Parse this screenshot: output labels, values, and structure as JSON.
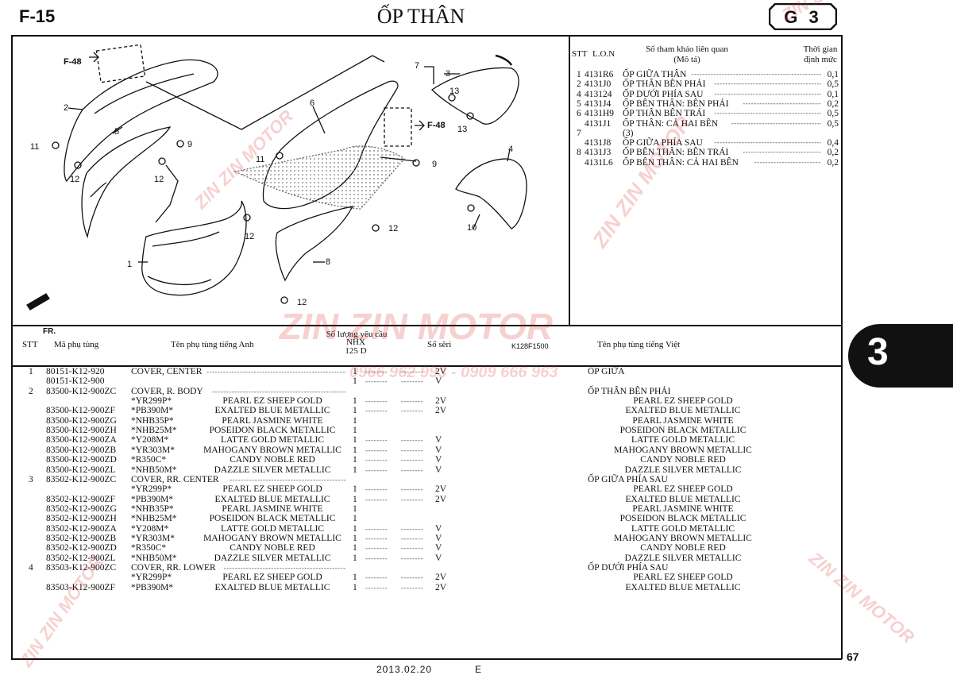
{
  "header": {
    "page_code": "F-15",
    "title": "ỐP THÂN",
    "group": "G 3"
  },
  "side_tab": "3",
  "page_number": "67",
  "footer": {
    "date": "2013.02.20",
    "code": "E"
  },
  "diagram": {
    "drawing_code": "K128F1500",
    "front_label": "FR.",
    "f48_ref": "F-48",
    "callouts": [
      "1",
      "2",
      "3",
      "4",
      "5",
      "6",
      "7",
      "8",
      "9",
      "10",
      "11",
      "12",
      "13"
    ]
  },
  "ref_table": {
    "headers": {
      "stt": "STT",
      "lon": "L.O.N",
      "ref": "Số tham khảo liên quan",
      "ref_sub": "(Mô tả)",
      "time": "Thời gian",
      "time_sub": "định mức"
    },
    "rows": [
      {
        "stt": "1",
        "lon": "4131R6",
        "desc": "ỐP GIỮA THÂN",
        "time": "0,1"
      },
      {
        "stt": "2",
        "lon": "4131J0",
        "desc": "ỐP THÂN BÊN PHẢI",
        "time": "0,5"
      },
      {
        "stt": "4",
        "lon": "413124",
        "desc": "ỐP DƯỚI PHÍA SAU",
        "time": "0,1"
      },
      {
        "stt": "5",
        "lon": "4131J4",
        "desc": "ỐP BÊN THÂN: BÊN PHẢI",
        "time": "0,2"
      },
      {
        "stt": "6",
        "lon": "4131H9",
        "desc": "ỐP THÂN BÊN TRÁI",
        "time": "0,5"
      },
      {
        "stt": "",
        "lon": "4131J1",
        "desc": "ỐP THÂN: CẢ HAI BÊN",
        "time": "0,5"
      },
      {
        "stt": "7",
        "lon": "",
        "desc": "(3)",
        "time": ""
      },
      {
        "stt": "",
        "lon": "4131J8",
        "desc": "ỐP GIỮA PHÍA SAU",
        "time": "0,4"
      },
      {
        "stt": "8",
        "lon": "4131J3",
        "desc": "ỐP BÊN THÂN: BÊN TRÁI",
        "time": "0,2"
      },
      {
        "stt": "",
        "lon": "4131L6",
        "desc": "ỐP BÊN THÂN: CẢ HAI BÊN",
        "time": "0,2"
      }
    ]
  },
  "parts_table": {
    "headers": {
      "stt": "STT",
      "code": "Mã phụ tùng",
      "eng": "Tên phụ tùng tiếng Anh",
      "qty": "Số lượng yêu cầu",
      "model": "NHX 125 D",
      "serial": "Số sêri",
      "vn": "Tên phụ tùng tiếng Việt"
    },
    "rows": [
      {
        "stt": "1",
        "code": "80151-K12-920",
        "eng": "COVER, CENTER",
        "lead": true,
        "qty": "1",
        "sn": "2V",
        "vn": "ỐP GIỮA",
        "sub": false
      },
      {
        "stt": "",
        "code": "80151-K12-900",
        "eng": "",
        "lead": false,
        "qty": "1",
        "sn": "V",
        "vn": "",
        "sub": false
      },
      {
        "stt": "2",
        "code": "83500-K12-900ZC",
        "eng": "COVER, R. BODY",
        "lead": true,
        "qty": "",
        "sn": "",
        "vn": "ỐP THÂN BÊN PHẢI",
        "sub": false
      },
      {
        "stt": "",
        "code": "",
        "eng": "*YR299P*",
        "color": "PEARL EZ SHEEP GOLD",
        "qty": "1",
        "sn": "2V",
        "vn": "PEARL EZ SHEEP GOLD",
        "sub": true
      },
      {
        "stt": "",
        "code": "83500-K12-900ZF",
        "eng": "*PB390M*",
        "color": "EXALTED BLUE METALLIC",
        "qty": "1",
        "sn": "2V",
        "vn": "EXALTED BLUE METALLIC",
        "sub": true
      },
      {
        "stt": "",
        "code": "83500-K12-900ZG",
        "eng": "*NHB35P*",
        "color": "PEARL JASMINE WHITE",
        "qty": "1",
        "sn": "",
        "vn": "PEARL JASMINE WHITE",
        "sub": true
      },
      {
        "stt": "",
        "code": "83500-K12-900ZH",
        "eng": "*NHB25M*",
        "color": "POSEIDON BLACK METALLIC",
        "qty": "1",
        "sn": "",
        "vn": "POSEIDON BLACK METALLIC",
        "sub": true
      },
      {
        "stt": "",
        "code": "83500-K12-900ZA",
        "eng": "*Y208M*",
        "color": "LATTE GOLD METALLIC",
        "qty": "1",
        "sn": "V",
        "vn": "LATTE GOLD METALLIC",
        "sub": true
      },
      {
        "stt": "",
        "code": "83500-K12-900ZB",
        "eng": "*YR303M*",
        "color": "MAHOGANY BROWN METALLIC",
        "qty": "1",
        "sn": "V",
        "vn": "MAHOGANY BROWN METALLIC",
        "sub": true
      },
      {
        "stt": "",
        "code": "83500-K12-900ZD",
        "eng": "*R350C*",
        "color": "CANDY NOBLE RED",
        "qty": "1",
        "sn": "V",
        "vn": "CANDY NOBLE RED",
        "sub": true
      },
      {
        "stt": "",
        "code": "83500-K12-900ZL",
        "eng": "*NHB50M*",
        "color": "DAZZLE SILVER METALLIC",
        "qty": "1",
        "sn": "V",
        "vn": "DAZZLE SILVER METALLIC",
        "sub": true
      },
      {
        "stt": "3",
        "code": "83502-K12-900ZC",
        "eng": "COVER, RR. CENTER",
        "lead": true,
        "qty": "",
        "sn": "",
        "vn": "ỐP GIỮA PHÍA SAU",
        "sub": false
      },
      {
        "stt": "",
        "code": "",
        "eng": "*YR299P*",
        "color": "PEARL EZ SHEEP GOLD",
        "qty": "1",
        "sn": "2V",
        "vn": "PEARL EZ SHEEP GOLD",
        "sub": true
      },
      {
        "stt": "",
        "code": "83502-K12-900ZF",
        "eng": "*PB390M*",
        "color": "EXALTED BLUE METALLIC",
        "qty": "1",
        "sn": "2V",
        "vn": "EXALTED BLUE METALLIC",
        "sub": true
      },
      {
        "stt": "",
        "code": "83502-K12-900ZG",
        "eng": "*NHB35P*",
        "color": "PEARL JASMINE WHITE",
        "qty": "1",
        "sn": "",
        "vn": "PEARL JASMINE WHITE",
        "sub": true
      },
      {
        "stt": "",
        "code": "83502-K12-900ZH",
        "eng": "*NHB25M*",
        "color": "POSEIDON BLACK METALLIC",
        "qty": "1",
        "sn": "",
        "vn": "POSEIDON BLACK METALLIC",
        "sub": true
      },
      {
        "stt": "",
        "code": "83502-K12-900ZA",
        "eng": "*Y208M*",
        "color": "LATTE GOLD METALLIC",
        "qty": "1",
        "sn": "V",
        "vn": "LATTE GOLD METALLIC",
        "sub": true
      },
      {
        "stt": "",
        "code": "83502-K12-900ZB",
        "eng": "*YR303M*",
        "color": "MAHOGANY BROWN METALLIC",
        "qty": "1",
        "sn": "V",
        "vn": "MAHOGANY BROWN METALLIC",
        "sub": true
      },
      {
        "stt": "",
        "code": "83502-K12-900ZD",
        "eng": "*R350C*",
        "color": "CANDY NOBLE RED",
        "qty": "1",
        "sn": "V",
        "vn": "CANDY NOBLE RED",
        "sub": true
      },
      {
        "stt": "",
        "code": "83502-K12-900ZL",
        "eng": "*NHB50M*",
        "color": "DAZZLE SILVER METALLIC",
        "qty": "1",
        "sn": "V",
        "vn": "DAZZLE SILVER METALLIC",
        "sub": true
      },
      {
        "stt": "4",
        "code": "83503-K12-900ZC",
        "eng": "COVER, RR. LOWER",
        "lead": true,
        "qty": "",
        "sn": "",
        "vn": "ỐP DƯỚI PHÍA SAU",
        "sub": false
      },
      {
        "stt": "",
        "code": "",
        "eng": "*YR299P*",
        "color": "PEARL EZ SHEEP GOLD",
        "qty": "1",
        "sn": "2V",
        "vn": "PEARL EZ SHEEP GOLD",
        "sub": true
      },
      {
        "stt": "",
        "code": "83503-K12-900ZF",
        "eng": "*PB390M*",
        "color": "EXALTED BLUE METALLIC",
        "qty": "1",
        "sn": "2V",
        "vn": "EXALTED BLUE METALLIC",
        "sub": true
      }
    ]
  },
  "watermark": {
    "brand": "ZIN ZIN MOTOR",
    "phone": "0966 962 993 - 0909 666 963"
  }
}
